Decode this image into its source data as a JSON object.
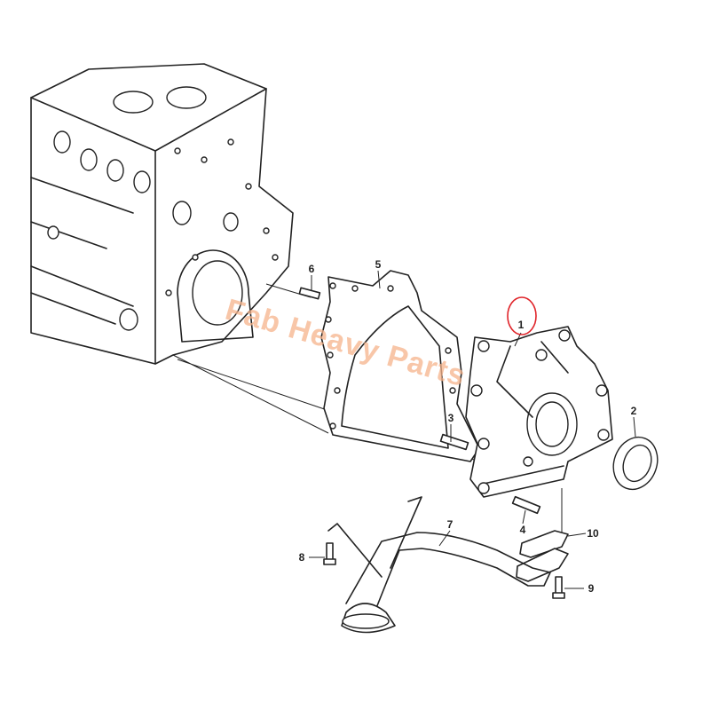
{
  "diagram": {
    "callouts": [
      "1",
      "2",
      "3",
      "4",
      "5",
      "6",
      "7",
      "8",
      "9",
      "10"
    ],
    "highlighted_callout": "1",
    "highlight_color": "#e0242a",
    "watermark": "Fab Heavy Parts",
    "watermark_color": "#f6b48c"
  }
}
